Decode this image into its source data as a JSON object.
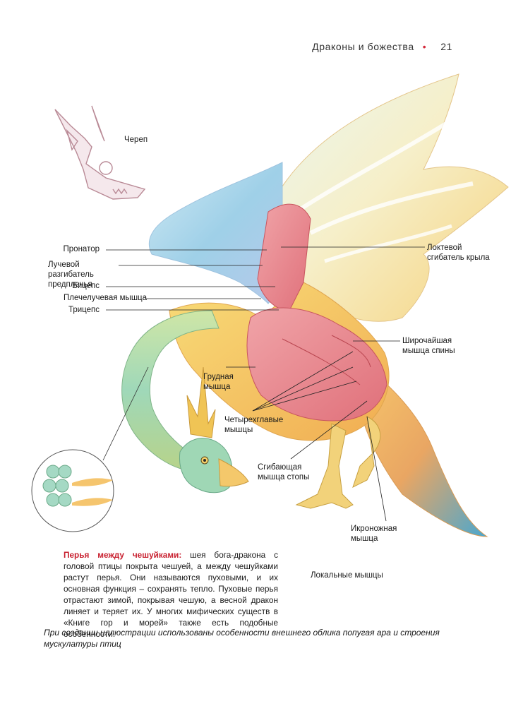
{
  "header": {
    "section": "Драконы и божества",
    "page": "21",
    "accent": "#d3283a"
  },
  "labels": {
    "skull": "Череп",
    "pronator": "Пронатор",
    "radial_extensor": "Лучевой разгибатель предплечья",
    "biceps": "Бицепс",
    "brachioradialis": "Плечелучевая мышца",
    "triceps": "Трицепс",
    "ulnar_flexor": "Локтевой сгибатель крыла",
    "latissimus": "Широчайшая мышца спины",
    "pectoral": "Грудная мышца",
    "quadriceps": "Четырехглавые мышцы",
    "foot_flexor": "Сгибающая мышца стопы",
    "gastrocnemius": "Икроножная мышца"
  },
  "note": {
    "title": "Перья между чешуйками:",
    "body": " шея бога-дракона с головой птицы покрыта чешуей, а между чешуйками растут перья. Они называются пуховыми, и их основная функция – сохранять тепло. Пуховые перья отрастают зимой, покрывая чешую, а весной дракон линяет и теряет их. У многих мифических существ в «Книге гор и морей» также есть подобные особенности."
  },
  "local_muscles": "Локальные мышцы",
  "caption": "При создании иллюстрации использованы особенности внешнего облика попугая ара и строения мускулатуры птиц"
}
